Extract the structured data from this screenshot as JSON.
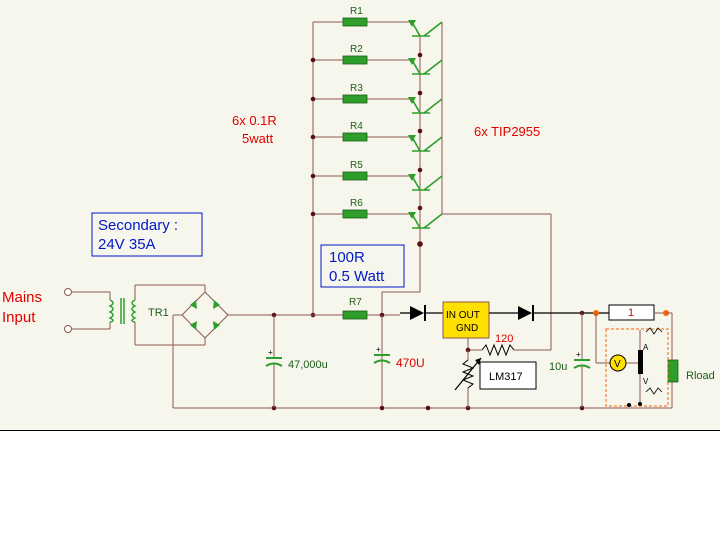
{
  "labels": {
    "mains_input_line1": "Mains",
    "mains_input_line2": "Input",
    "transformer": "TR1",
    "secondary_line1": "Secondary :",
    "secondary_line2": "24V  35A",
    "resistor_note_line1": "6x 0.1R",
    "resistor_note_line2": "5watt",
    "transistor_note": "6x TIP2955",
    "r7_note_line1": "100R",
    "r7_note_line2": "0.5 Watt",
    "r1": "R1",
    "r2": "R2",
    "r3": "R3",
    "r4": "R4",
    "r5": "R5",
    "r6": "R6",
    "r7": "R7",
    "c1": "47,000u",
    "c2": "470U",
    "c3": "10u",
    "reg_in_out": "IN  OUT",
    "reg_gnd": "GND",
    "r120": "120",
    "lm317": "LM317",
    "load_resistor": "1",
    "rload": "Rload",
    "meter_v": "V",
    "meter_a": "A",
    "meter_v2": "V"
  },
  "colors": {
    "wire": "#8a5a52",
    "component_green": "#2e9e2a",
    "note_red": "#e00000",
    "note_blue": "#0018c8",
    "regulator_yellow": "#ffe000",
    "meter_orange": "#ff6000"
  }
}
